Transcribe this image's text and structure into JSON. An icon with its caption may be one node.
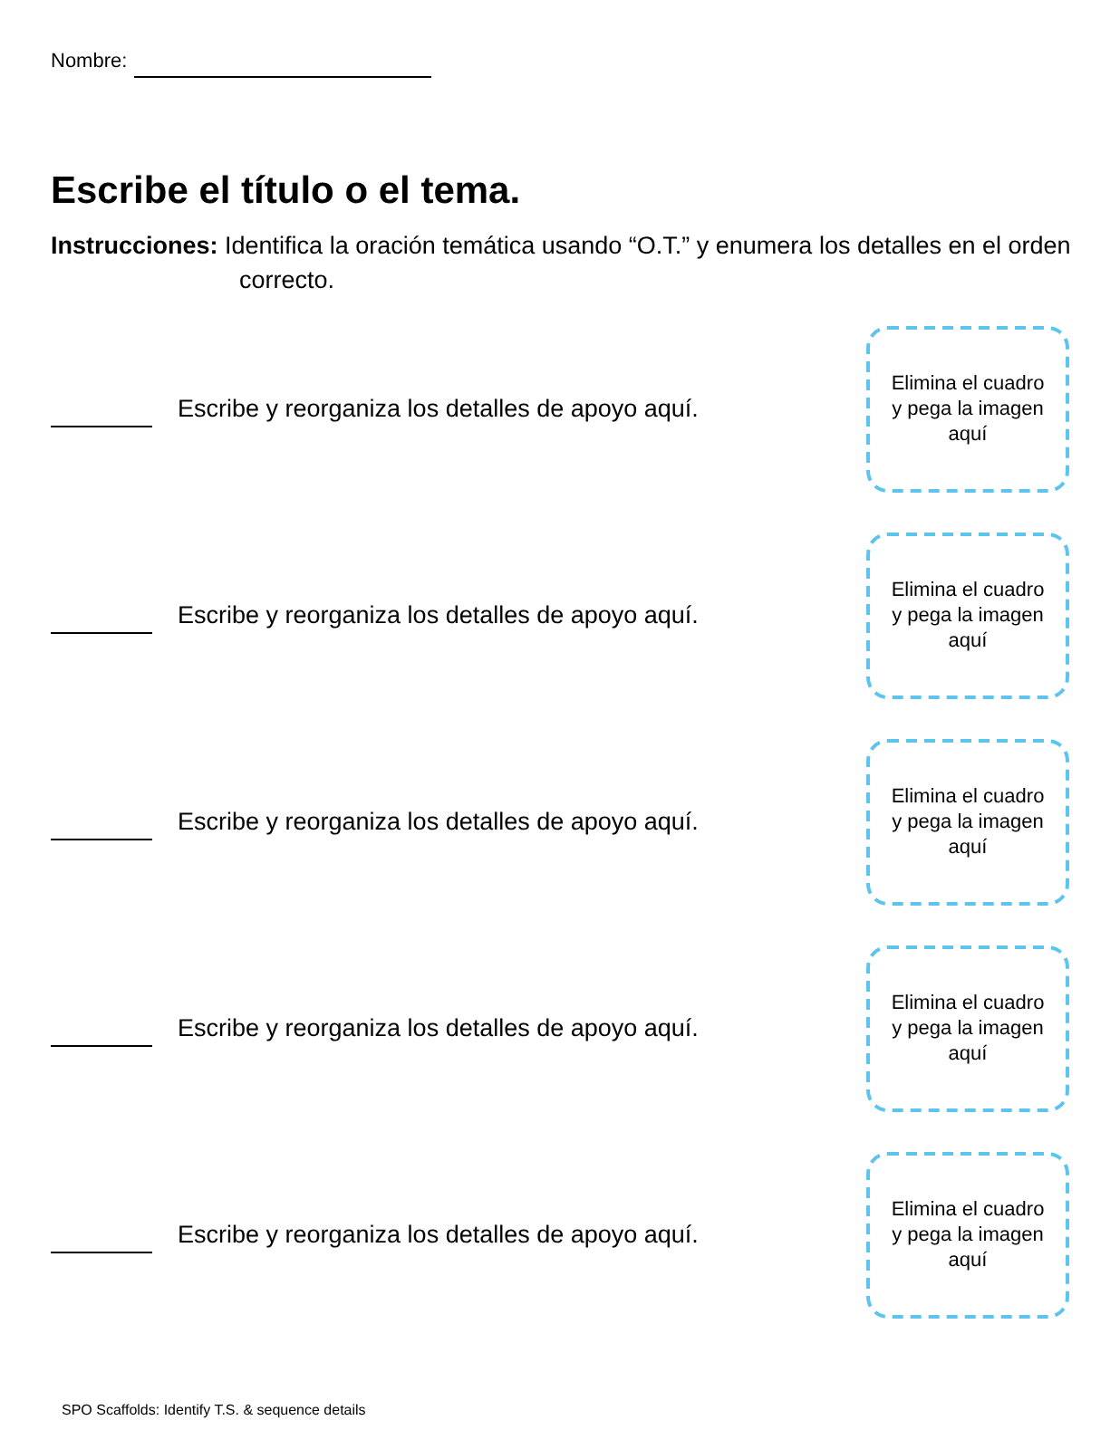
{
  "diagram": {
    "title": "Escribe el título o el tema.",
    "nodes": [
      {
        "text": [
          "Elimina el cuadro y pega la imagen aquí"
        ]
      },
      {
        "text": [
          "Elimina el cuadro y pega la imagen aquí"
        ]
      },
      {
        "text": [
          "Elimina el cuadro y pega la imagen aquí"
        ]
      },
      {
        "text": [
          "Elimina el cuadro y pega la imagen aquí"
        ]
      },
      {
        "text": [
          "Elimina el cuadro y pega la imagen aquí"
        ]
      }
    ],
    "labels": [
      "Nombre:",
      "**Instrucciones:** Identifica la oración temática usando “O.T.” y enumera los detalles en el orden correcto.",
      "Escribe y reorganiza los detalles de apoyo aquí.",
      "Escribe y reorganiza los detalles de apoyo aquí.",
      "Escribe y reorganiza los detalles de apoyo aquí.",
      "Escribe y reorganiza los detalles de apoyo aquí.",
      "Escribe y reorganiza los detalles de apoyo aquí.",
      "SPO Scaffolds: Identify T.S. & sequence details"
    ]
  }
}
